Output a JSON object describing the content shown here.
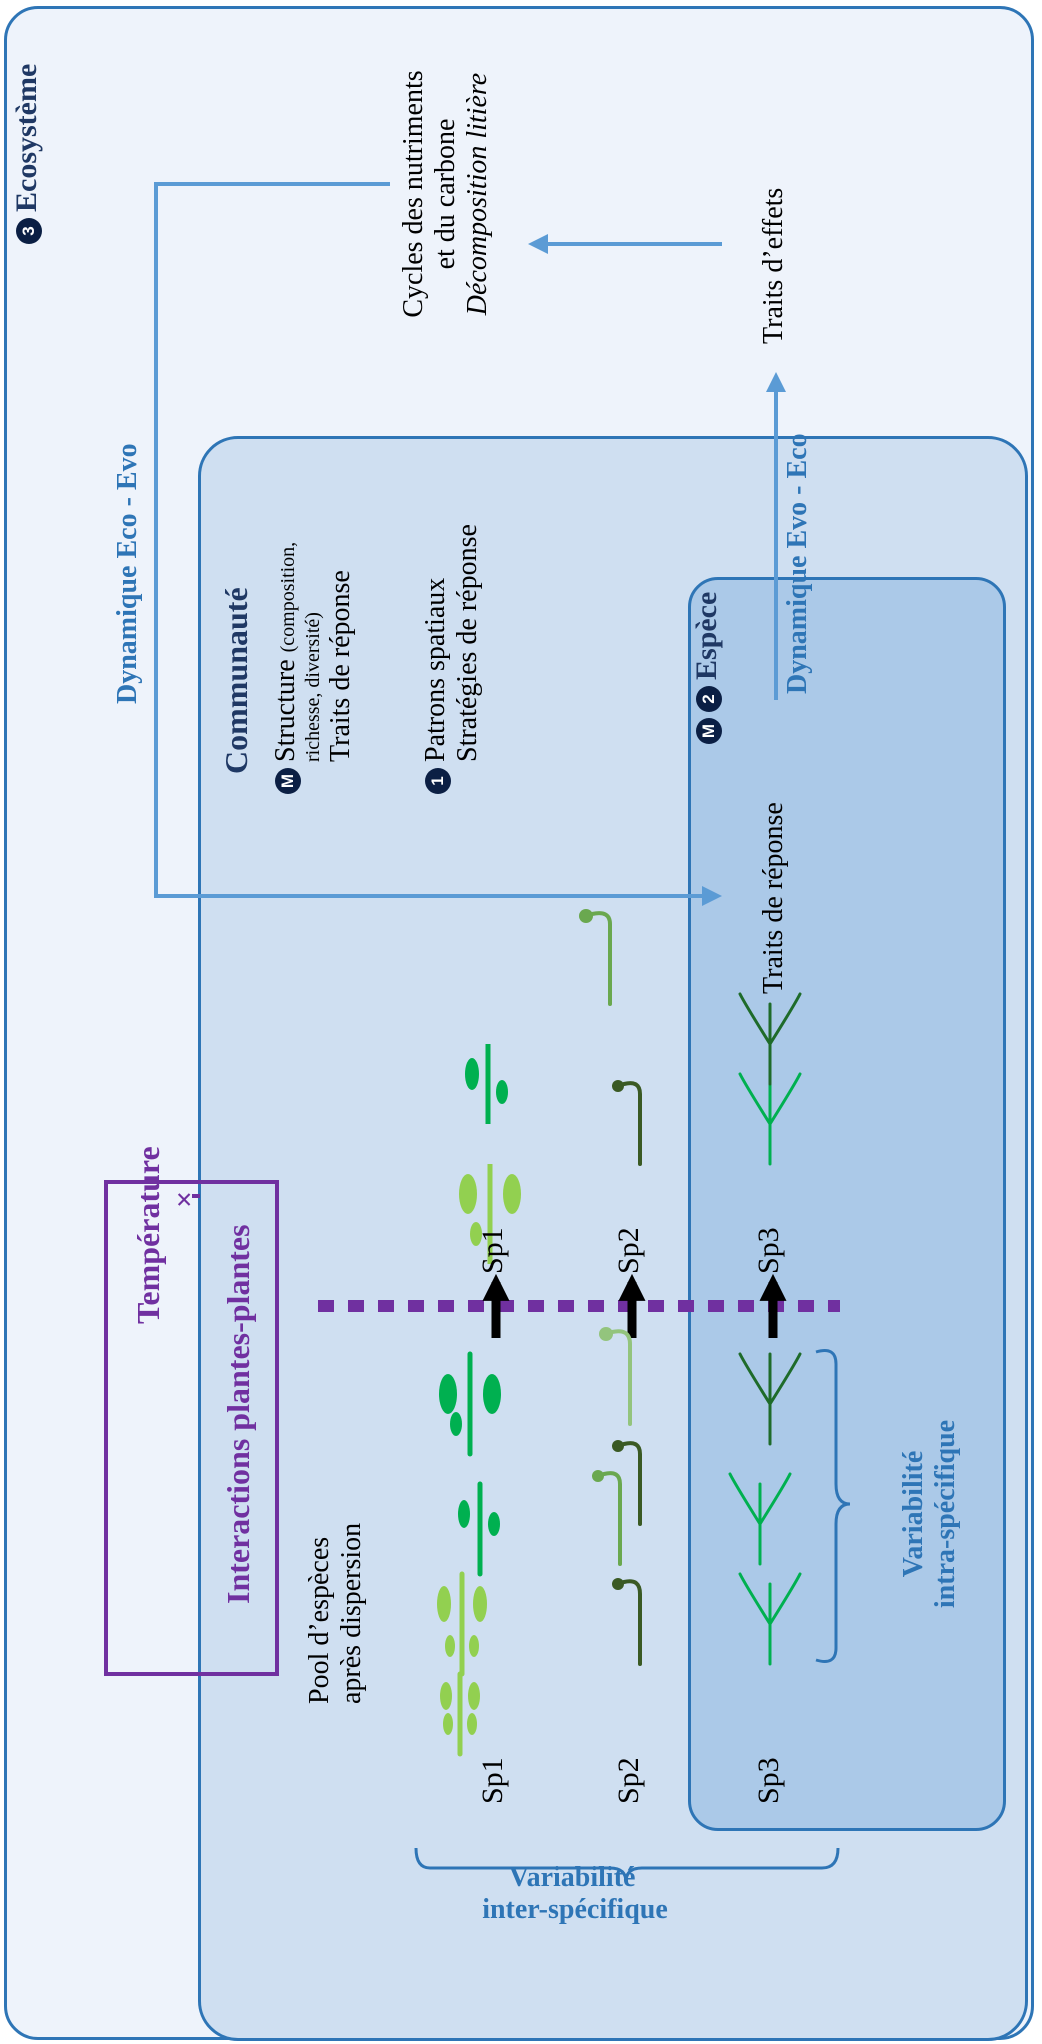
{
  "ecosystem": {
    "badge": "3",
    "title": "Ecosystème"
  },
  "communaute": {
    "title": "Communauté",
    "m_badge": "M",
    "structure": "Structure",
    "structure_small": "(composition,",
    "structure_small2": "richesse, diversité)",
    "traits_reponse": "Traits de réponse",
    "badge1": "1",
    "patrons": "Patrons spatiaux",
    "strategies": "Stratégies de réponse"
  },
  "espece": {
    "m_badge": "M",
    "badge2": "2",
    "title": "Espèce",
    "traits_reponse": "Traits de réponse"
  },
  "cycles": {
    "line1": "Cycles des nutriments",
    "line2": "et du carbone",
    "line3": "Décomposition litière"
  },
  "traits_effets": "Traits d’effets",
  "dyn_eco_evo": "Dynamique Eco - Evo",
  "dyn_evo_eco": "Dynamique Evo - Eco",
  "filter": {
    "temperature": "Température",
    "cross": "×",
    "interactions": "Interactions plantes-plantes"
  },
  "pool": {
    "line1": "Pool d’espèces",
    "line2": "après dispersion"
  },
  "species_left": [
    "Sp1",
    "Sp2",
    "Sp3"
  ],
  "species_right": [
    "Sp1",
    "Sp2",
    "Sp3"
  ],
  "var_intra": {
    "line1": "Variabilité",
    "line2": "intra-spécifique"
  },
  "var_inter": {
    "line1": "Variabilité",
    "line2": "inter-spécifique"
  },
  "colors": {
    "eco_bg": "#eef3fb",
    "eco_border": "#2e75b6",
    "comm_bg": "#cfdff1",
    "esp_bg": "#abc9e8",
    "arrow_blue": "#5b9bd5",
    "purple": "#7030a0",
    "green_light": "#92d050",
    "green_mid": "#00b050",
    "green_dark": "#1e6b2a"
  }
}
